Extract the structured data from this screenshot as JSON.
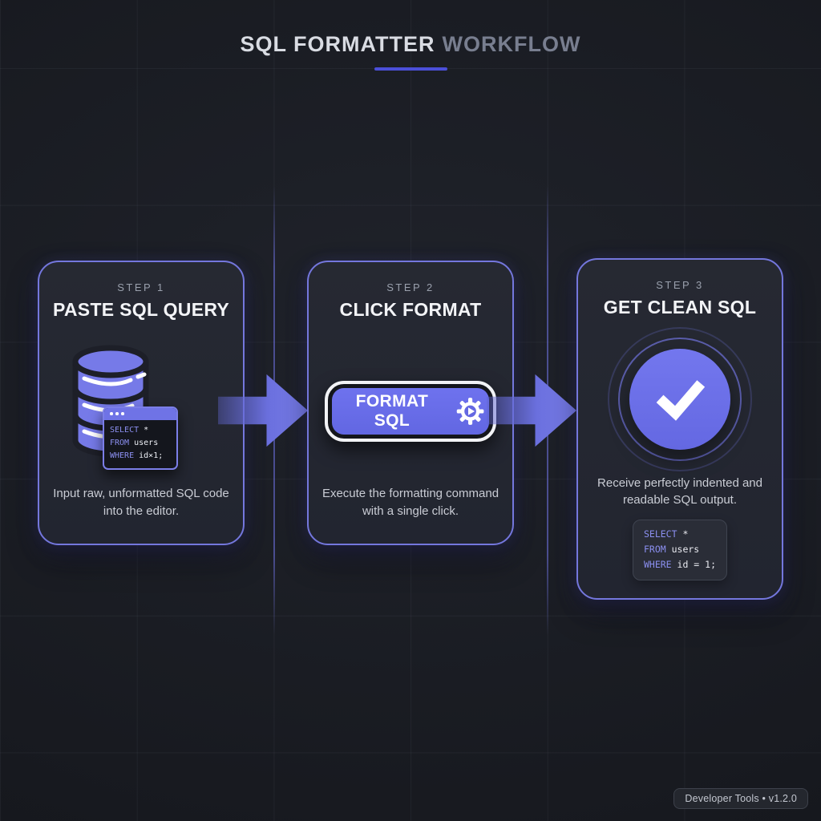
{
  "title": {
    "primary": "SQL FORMATTER",
    "secondary": "WORKFLOW"
  },
  "steps": [
    {
      "label": "STEP 1",
      "heading": "PASTE SQL QUERY",
      "description": "Input raw, unformatted SQL code into the editor.",
      "code": [
        [
          {
            "t": "SELECT",
            "kw": true
          },
          {
            "t": " *"
          }
        ],
        [
          {
            "t": "FROM",
            "kw": true
          },
          {
            "t": " users"
          }
        ],
        [
          {
            "t": "WHERE",
            "kw": true
          },
          {
            "t": " id×1;"
          }
        ]
      ]
    },
    {
      "label": "STEP 2",
      "heading": "CLICK FORMAT",
      "description": "Execute the formatting command with a single click.",
      "button_label": "FORMAT SQL"
    },
    {
      "label": "STEP 3",
      "heading": "GET CLEAN SQL",
      "description": "Receive perfectly indented and readable SQL output.",
      "code": [
        [
          {
            "t": "SELECT",
            "kw": true
          },
          {
            "t": " *"
          }
        ],
        [
          {
            "t": "FROM",
            "kw": true
          },
          {
            "t": " users"
          }
        ],
        [
          {
            "t": "WHERE",
            "kw": true
          },
          {
            "t": " id = 1;"
          }
        ]
      ]
    }
  ],
  "footer": {
    "badge": "Developer Tools • v1.2.0"
  },
  "colors": {
    "accent": "#6b6fe8",
    "card_border": "#7477dd",
    "background": "#17191f",
    "keyword": "#8b8ff0",
    "title_secondary": "#787e8f"
  }
}
